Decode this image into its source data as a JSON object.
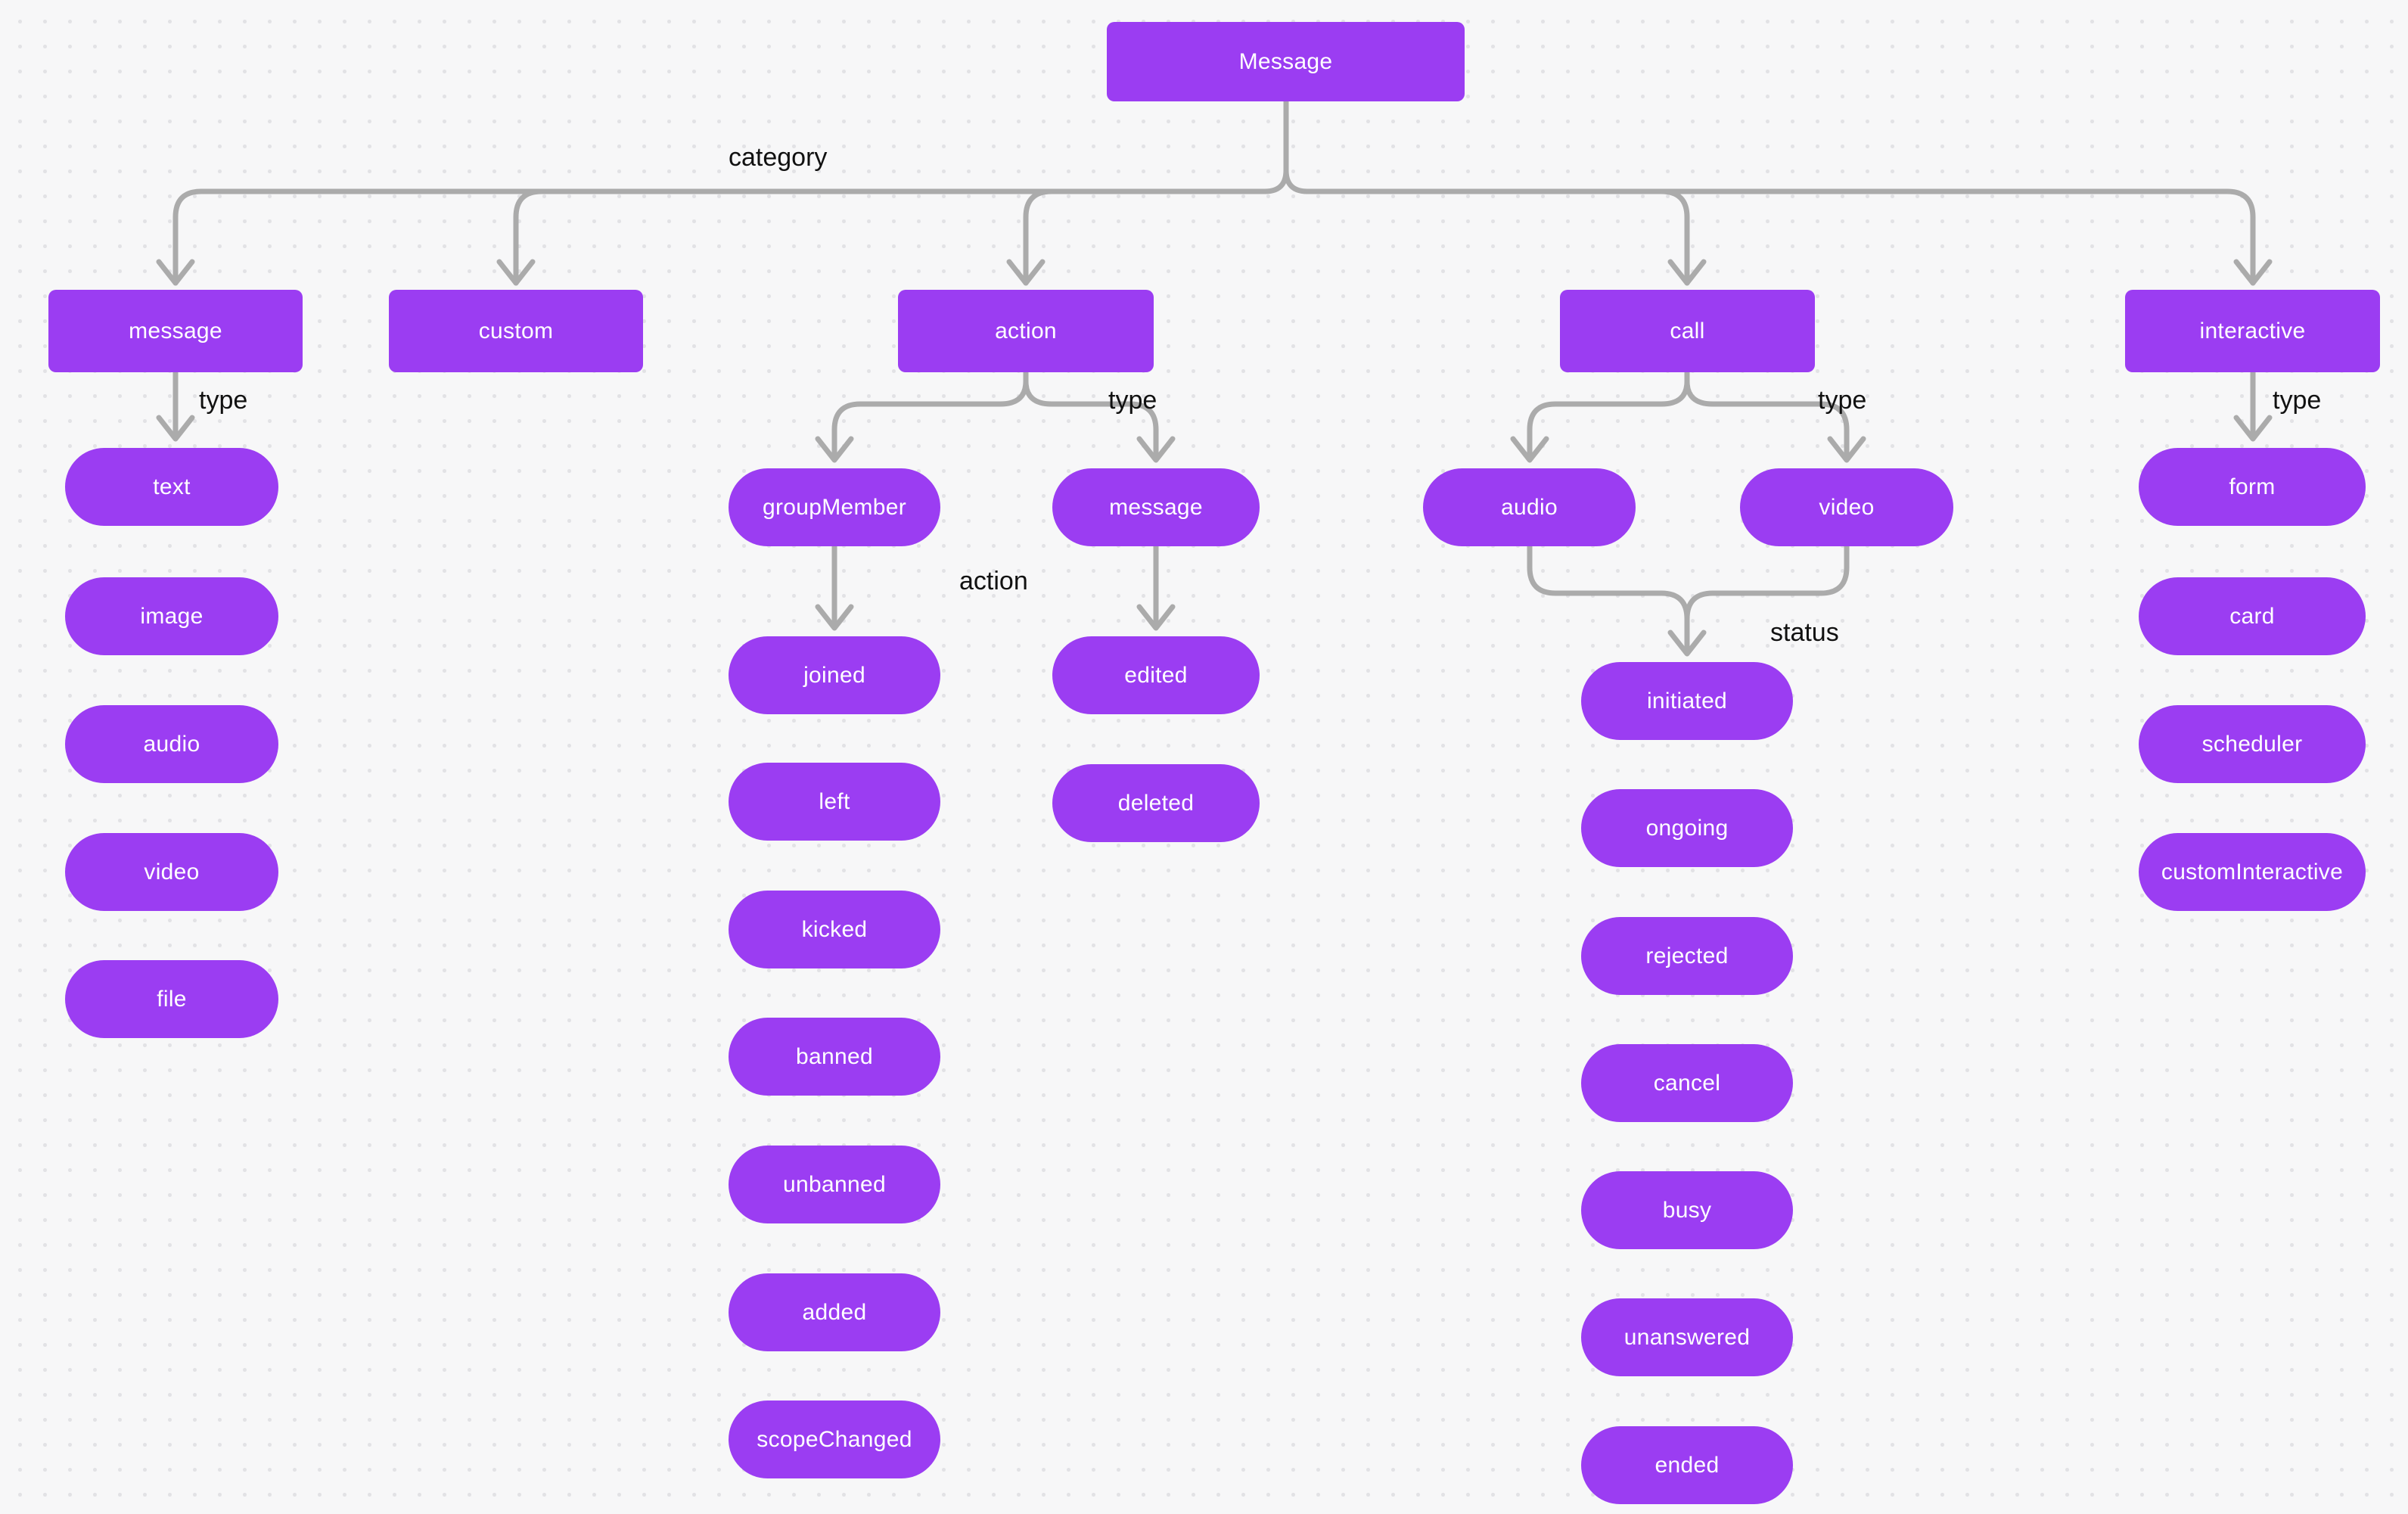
{
  "diagram": {
    "root": {
      "label": "Message"
    },
    "root_edge_label": "category",
    "categories": [
      {
        "label": "message",
        "edge_label": "type",
        "children": [
          "text",
          "image",
          "audio",
          "video",
          "file"
        ]
      },
      {
        "label": "custom"
      },
      {
        "label": "action",
        "edge_label": "type",
        "branches": [
          {
            "label": "groupMember",
            "edge_label": "action",
            "children": [
              "joined",
              "left",
              "kicked",
              "banned",
              "unbanned",
              "added",
              "scopeChanged"
            ]
          },
          {
            "label": "message",
            "children": [
              "edited",
              "deleted"
            ]
          }
        ]
      },
      {
        "label": "call",
        "edge_label": "type",
        "branches": [
          {
            "label": "audio"
          },
          {
            "label": "video"
          }
        ],
        "merge_edge_label": "status",
        "statuses": [
          "initiated",
          "ongoing",
          "rejected",
          "cancel",
          "busy",
          "unanswered",
          "ended"
        ]
      },
      {
        "label": "interactive",
        "edge_label": "type",
        "children": [
          "form",
          "card",
          "scheduler",
          "customInteractive"
        ]
      }
    ],
    "colors": {
      "node_fill": "#9B3DF2",
      "node_text": "#FFFFFF",
      "connector": "#ABABAB",
      "edge_label_text": "#111111",
      "background": "#F7F7F8",
      "dot_grid": "#E2E2E5"
    }
  }
}
